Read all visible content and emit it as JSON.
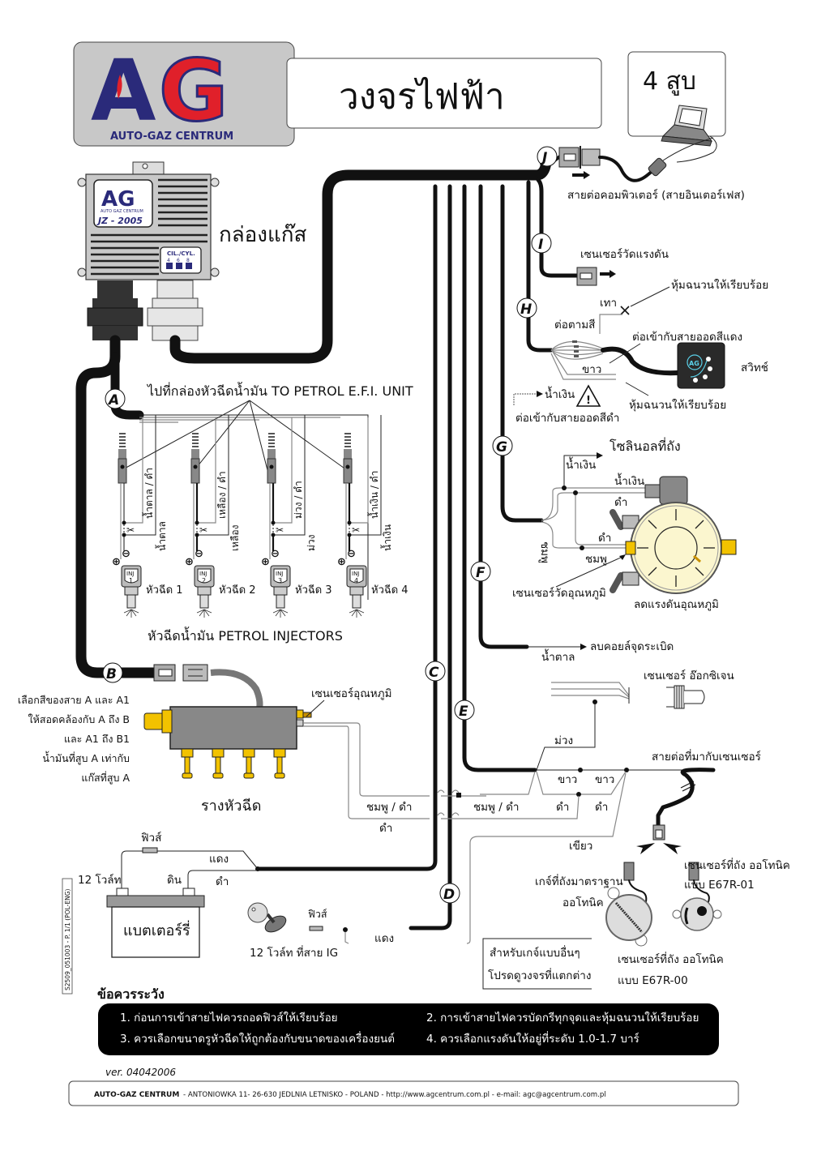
{
  "header": {
    "logo_letters": "AG",
    "logo_company": "AUTO-GAZ CENTRUM",
    "title": "วงจรไฟฟ้า",
    "cylinders": "4 สูบ"
  },
  "ecu": {
    "label": "กล่องแก๊ส",
    "model": "JZ - 2005",
    "badge_letters": "AG",
    "badge_sub": "AUTO GAZ CENTRUM",
    "cyl_label": "CIL./CYL.",
    "cyl_options": [
      "4",
      "6",
      "8"
    ]
  },
  "connectors": {
    "A": "A",
    "B": "B",
    "C": "C",
    "D": "D",
    "E": "E",
    "F": "F",
    "G": "G",
    "H": "H",
    "I": "I",
    "J": "J"
  },
  "computer_cable": "สายต่อคอมพิวเตอร์ (สายอินเตอร์เฟส)",
  "pressure_sensor": "เซนเซอร์วัดแรงดัน",
  "switch_section": {
    "insulate_top": "หุ้มฉนวนให้เรียบร้อย",
    "old": "เทา",
    "match_colors": "ต่อตามสี",
    "connect_red": "ต่อเข้ากับสายออดสีแดง",
    "white": "ขาว",
    "switch": "สวิทช์",
    "insulate_bottom": "หุ้มฉนวนให้เรียบร้อย",
    "blue": "น้ำเงิน",
    "connect_black": "ต่อเข้ากับสายออดสีดำ"
  },
  "petrol_ecu": "ไปที่กล่องหัวฉีดน้ำมัน TO PETROL E.F.I. UNIT",
  "injectors": [
    {
      "name": "หัวฉีด 1",
      "inj": "INJ",
      "num": "1",
      "wire_a": "น้ำตาล / ดำ",
      "wire_b": "น้ำตาล"
    },
    {
      "name": "หัวฉีด 2",
      "inj": "INJ",
      "num": "2",
      "wire_a": "เหลือง / ดำ",
      "wire_b": "เหลือง"
    },
    {
      "name": "หัวฉีด 3",
      "inj": "INJ",
      "num": "3",
      "wire_a": "ม่วง / ดำ",
      "wire_b": "ม่วง"
    },
    {
      "name": "หัวฉีด 4",
      "inj": "INJ",
      "num": "4",
      "wire_a": "น้ำเงิน / ดำ",
      "wire_b": "น้ำเงิน"
    }
  ],
  "injectors_caption": "หัวฉีดน้ำมัน PETROL INJECTORS",
  "regulator_section": {
    "tank_solenoid": "โซลินอลที่ถัง",
    "blue1": "น้ำเงิน",
    "blue2": "น้ำเงิน",
    "black1": "ดำ",
    "black2": "ดำ",
    "pink1": "ชมพู",
    "pink2": "ชมพู",
    "temp_sensor": "เซนเซอร์วัดอุณหภูมิ",
    "reducer": "ลดแรงดันอุณหภูมิ"
  },
  "ignition_coil": {
    "label": "ลบคอยล์จุดระเบิด",
    "wire": "น้ำตาล"
  },
  "oxygen_sensor": "เซนเซอร์ อ๊อกซิเจน",
  "rail_notes": [
    "เลือกสีของสาย A และ A1",
    "ให้สอดคล้องกับ A ถึง B",
    "และ A1 ถึง B1",
    "น้ำมันที่สูบ A เท่ากับ",
    "แก๊สที่สูบ A"
  ],
  "rail": {
    "label": "รางหัวฉีด",
    "temp_sensor": "เซนเซอร์อุณหภูมิ"
  },
  "sensor_wires": {
    "purple": "ม่วง",
    "white1": "ขาว",
    "white2": "ขาว",
    "pink_black1": "ชมพู / ดำ",
    "pink_black2": "ชมพู / ดำ",
    "black1": "ดำ",
    "black2": "ดำ",
    "black3": "ดำ",
    "green": "เขียว",
    "sensor_cable": "สายต่อที่มากับเซนเซอร์"
  },
  "tank": {
    "gauge": "เกจ์ที่ถังมาตราฐาน",
    "gauge2": "ออโทนิค",
    "sensor_01": "เซนเซอร์ที่ถัง ออโทนิค",
    "sensor_01_model": "แบบ E67R-01",
    "sensor_00": "เซนเซอร์ที่ถัง ออโทนิค",
    "sensor_00_model": "แบบ E67R-00",
    "other_note_1": "สำหรับเกจ์แบบอื่นๆ",
    "other_note_2": "โปรดดูวงจรที่แตกต่าง"
  },
  "battery": {
    "fuse": "ฟิวส์",
    "red": "แดง",
    "v12": "12 โวล์ท",
    "ground": "ดิน",
    "black": "ดำ",
    "label": "แบตเตอร์รี่"
  },
  "ignition": {
    "fuse": "ฟิวส์",
    "red": "แดง",
    "label": "12 โวล์ท ที่สาย IG"
  },
  "doc_code": "S2509_051003 - P. 1/1 (POL-ENG)",
  "warnings": {
    "title": "ข้อควรระวัง",
    "items": [
      "1. ก่อนการเข้าสายไฟควรถอดฟิวส์ให้เรียบร้อย",
      "2. การเข้าสายไฟควรบัดกรีทุกจุดและหุ้มฉนวนให้เรียบร้อย",
      "3. ควรเลือกขนาดรูหัวฉีดให้ถูกต้องกับขนาดของเครื่องยนต์",
      "4. ควรเลือกแรงดันให้อยู่ที่ระดับ 1.0-1.7 บาร์"
    ]
  },
  "version": "ver. 04042006",
  "footer": {
    "company": "AUTO-GAZ CENTRUM",
    "address": "- ANTONIOWKA 11- 26-630 JEDLNIA LETNISKO - POLAND -  http://www.agcentrum.com.pl -  e-mail: agc@agcentrum.com.pl"
  },
  "colors": {
    "logo_blue": "#2a2a7a",
    "logo_red": "#e0202a",
    "panel_grey": "#c8c8c8",
    "brass": "#f2c200",
    "regulator_fill": "#fbf6cf",
    "switch_dark": "#2a2a2a",
    "switch_cyan": "#5ad0e8"
  }
}
